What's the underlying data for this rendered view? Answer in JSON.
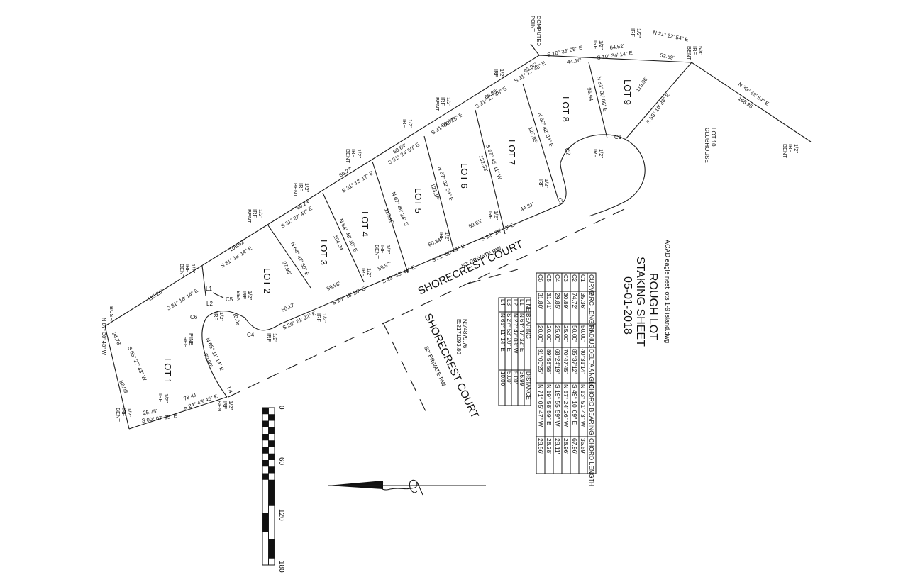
{
  "header": {
    "acad": "ACAD eagle nest lots 1-9 island.dwg",
    "title1": "ROUGH LOT",
    "title2": "STAKING SHEET",
    "date": "05-01-2018"
  },
  "lots": [
    "LOT 1",
    "LOT 2",
    "LOT 3",
    "LOT 4",
    "LOT 5",
    "LOT 6",
    "LOT 7",
    "LOT 8",
    "LOT 9",
    "LOT 10\nCLUBHOUSE"
  ],
  "roads": {
    "main": "SHORECREST COURT",
    "main_rw": "50' PRIVATE RW",
    "inner": "SHORECREST COURT",
    "inner_rw": "50' PRIVATE RW",
    "coord": "N:74879.76\nE:2171093.80"
  },
  "markers": {
    "computed_point": "COMPUTED\nPOINT",
    "bush": "BUSH",
    "pine": "PINE\nTREE",
    "irf": "1/2\"\nIRF",
    "irf_bent": "1/2\"\nIRF\nBENT",
    "irf_58_bent": "5/8\"\nIRF\nBENT"
  },
  "bearings": {
    "b01": "N 87° 30' 43\" W",
    "b02": "S 31° 18' 14\" E",
    "b03": "S 31° 18' 14\" E",
    "b04": "S 31° 22' 47\" E",
    "b05": "S 31° 18' 17\" E",
    "b06": "S 31° 24' 50\" E",
    "b07": "S 31° 08' 25\" E",
    "b08": "S 31° 17' 48\" E",
    "b09": "S 31° 17' 48\" E",
    "b10": "S 10° 33' 05\" E",
    "b11": "S 10° 34' 14\" E",
    "b12": "N 21° 22' 54\" E",
    "b13": "N 33° 42' 54\" E",
    "b14": "S 55° 16' 36\" E",
    "b15": "N 83° 00' 06\" E",
    "b16": "N 66° 42' 34\" E",
    "b17": "S 67° 46' 11\" W",
    "b18": "N 67° 32' 54\" E",
    "b19": "N 67° 46' 24\" E",
    "b20": "N 64° 45' 30\" E",
    "b21": "N 64° 47' 50\" E",
    "b22": "N 65° 11' 14\" E",
    "b23": "S 65° 27' 43\" W",
    "b24": "S 00° 07' 35\" E",
    "b25": "S 24° 48' 46\" E",
    "b26": "S 25° 21' 22\" E",
    "b27": "S 25° 18' 20\" E",
    "b28": "S 23° 38' 44\" E",
    "b29": "S 21° 56' 01\" E",
    "b30": "S 22° 28' 19\" E"
  },
  "distances": {
    "d01": "115.26'",
    "d02": "105.62'",
    "d03": "60.24'",
    "d04": "66.27'",
    "d05": "60.64'",
    "d06": "60.84'",
    "d07": "66.89'",
    "d08": "45.06'",
    "d09": "44.16'",
    "d10": "64.52'",
    "d11": "52.69'",
    "d12": "168.36'",
    "d13": "116.06'",
    "d14": "95.94'",
    "d15": "125.95'",
    "d16": "132.33'",
    "d17": "123.16'",
    "d18": "113.16'",
    "d19": "104.34'",
    "d20": "97.96'",
    "d21": "70.00'",
    "d22": "82.09'",
    "d23": "24.78'",
    "d24": "25.75'",
    "d25": "78.41'",
    "d26": "10.06'",
    "d27": "60.17'",
    "d28": "59.96'",
    "d29": "59.97'",
    "d30": "60.34'",
    "d31": "59.63'",
    "d32": "44.31'"
  },
  "curve_labels": [
    "C1",
    "C2",
    "C3",
    "C4",
    "C5",
    "C6"
  ],
  "line_labels": [
    "L1",
    "L2",
    "L3",
    "L4"
  ],
  "curve_table": {
    "headers": [
      "CURVE",
      "ARC LENGTH",
      "RADIUS",
      "DELTA ANGLE",
      "CHORD BEARING",
      "CHORD LENGTH"
    ],
    "rows": [
      [
        "C1",
        "35.36'",
        "50.00'",
        "40°31'14\"",
        "N 13° 51' 43\" W",
        "35.59'"
      ],
      [
        "C2",
        "74.72'",
        "50.00'",
        "85°37'12\"",
        "S 49° 10' 09\" E",
        "67.96'"
      ],
      [
        "C3",
        "30.89'",
        "25.00'",
        "70°47'45\"",
        "N 57° 24' 26\" W",
        "28.96'"
      ],
      [
        "C4",
        "29.85'",
        "25.00'",
        "68°24'19\"",
        "S 19° 55' 59\" W",
        "28.11'"
      ],
      [
        "C5",
        "31.41'",
        "20.00'",
        "89°58'58\"",
        "N 19° 58' 59\" E",
        "28.28'"
      ],
      [
        "C6",
        "31.80'",
        "20.00'",
        "91°06'25\"",
        "N 71° 05' 47\" W",
        "28.56'"
      ]
    ]
  },
  "line_table": {
    "headers": [
      "LINE",
      "BEARING",
      "DISTANCE"
    ],
    "rows": [
      [
        "L1",
        "N 64° 47' 32\" E",
        "36.99'"
      ],
      [
        "L2",
        "N 26° 47' 08\" W",
        "5.00'"
      ],
      [
        "L3",
        "S 27° 53' 20\" E",
        "5.00'"
      ],
      [
        "L4",
        "N 65° 11' 14\" E",
        "10.00'"
      ]
    ]
  },
  "scale": {
    "ticks": [
      "0",
      "60",
      "120",
      "180"
    ]
  }
}
